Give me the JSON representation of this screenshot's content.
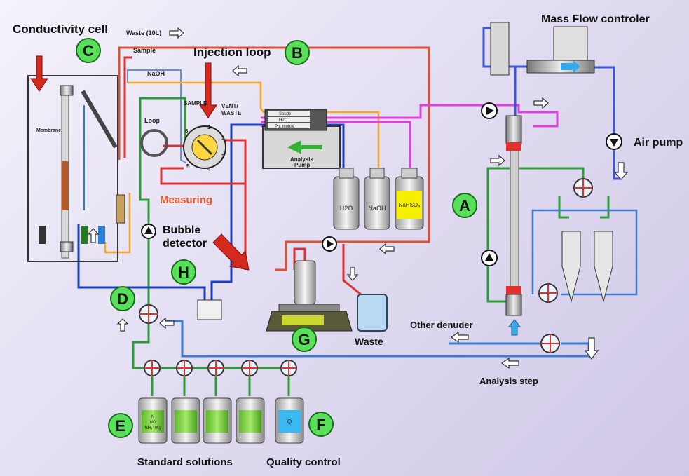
{
  "labels": {
    "conductivity_cell": "Conductivity cell",
    "mass_flow": "Mass Flow controler",
    "injection_loop": "Injection loop",
    "air_pump": "Air pump",
    "measuring": "Measuring",
    "bubble_detector_1": "Bubble",
    "bubble_detector_2": "detector",
    "waste": "Waste",
    "other_denuder": "Other denuder",
    "analysis_step": "Analysis step",
    "standard_solutions": "Standard solutions",
    "quality_control": "Quality control"
  },
  "small_labels": {
    "waste_10l": "Waste (10L)",
    "sample": "Sample",
    "naoh": "NaOH",
    "membrane": "Membrane",
    "sample_port": "SAMPLE",
    "vent_waste_1": "VENT/",
    "vent_waste_2": "WASTE",
    "loop": "Loop",
    "analysis_pump_1": "Analysis",
    "analysis_pump_2": "Pump",
    "line_soude": "Soude",
    "line_h2o": "H2O",
    "line_mobile": "Ph. mobile",
    "bottle_h2o": "H2O",
    "bottle_naoh": "NaOH",
    "bottle_nahso4": "NaHSO₄",
    "std_bottle_text_1": "N",
    "std_bottle_text_2": "NO",
    "std_bottle_text_3": "NH₄⁺/Kg",
    "qc_bottle_text": "Q",
    "valve_num_1": "1",
    "valve_num_2": "2",
    "valve_num_3": "3",
    "valve_num_4": "4",
    "valve_num_5": "5",
    "valve_num_6": "6"
  },
  "badges": [
    "A",
    "B",
    "C",
    "D",
    "E",
    "F",
    "G",
    "H"
  ],
  "colors": {
    "orange": "#f5a623",
    "red": "#e0301e",
    "green": "#2e9b3a",
    "blue": "#1b3fbf",
    "light_blue": "#3a7bd5",
    "magenta": "#e040e0",
    "badge": "#59e05a"
  }
}
